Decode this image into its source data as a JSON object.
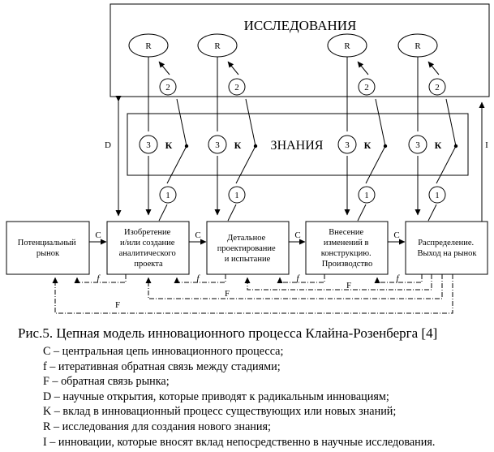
{
  "diagram": {
    "research_label": "ИССЛЕДОВАНИЯ",
    "knowledge_label": "ЗНАНИЯ",
    "r_label": "R",
    "k_label": "К",
    "circle_1": "1",
    "circle_2": "2",
    "circle_3": "3",
    "d_label": "D",
    "i_label": "I",
    "c_label": "С",
    "f_small_label": "f",
    "f_large_label": "F",
    "stages": [
      {
        "lines": [
          "Потенциальный",
          "рынок"
        ]
      },
      {
        "lines": [
          "Изобретение",
          "и/или создание",
          "аналитического",
          "проекта"
        ]
      },
      {
        "lines": [
          "Детальное",
          "проектирование",
          "и испытание"
        ]
      },
      {
        "lines": [
          "Внесение",
          "изменений в",
          "конструкцию.",
          "Производство"
        ]
      },
      {
        "lines": [
          "Распределение.",
          "Выход на рынок"
        ]
      }
    ]
  },
  "caption": "Рис.5. Цепная модель инновационного процесса Клайна-Розенберга [4]",
  "legend": [
    "C – центральная цепь инновационного процесса;",
    "f – итеративная обратная связь между стадиями;",
    "F – обратная связь рынка;",
    "D – научные открытия, которые приводят к радикальным инновациям;",
    "K – вклад в инновационный процесс существующих или новых знаний;",
    "R – исследования для создания нового знания;",
    "I – инновации, которые вносят вклад непосредственно в научные исследования."
  ]
}
